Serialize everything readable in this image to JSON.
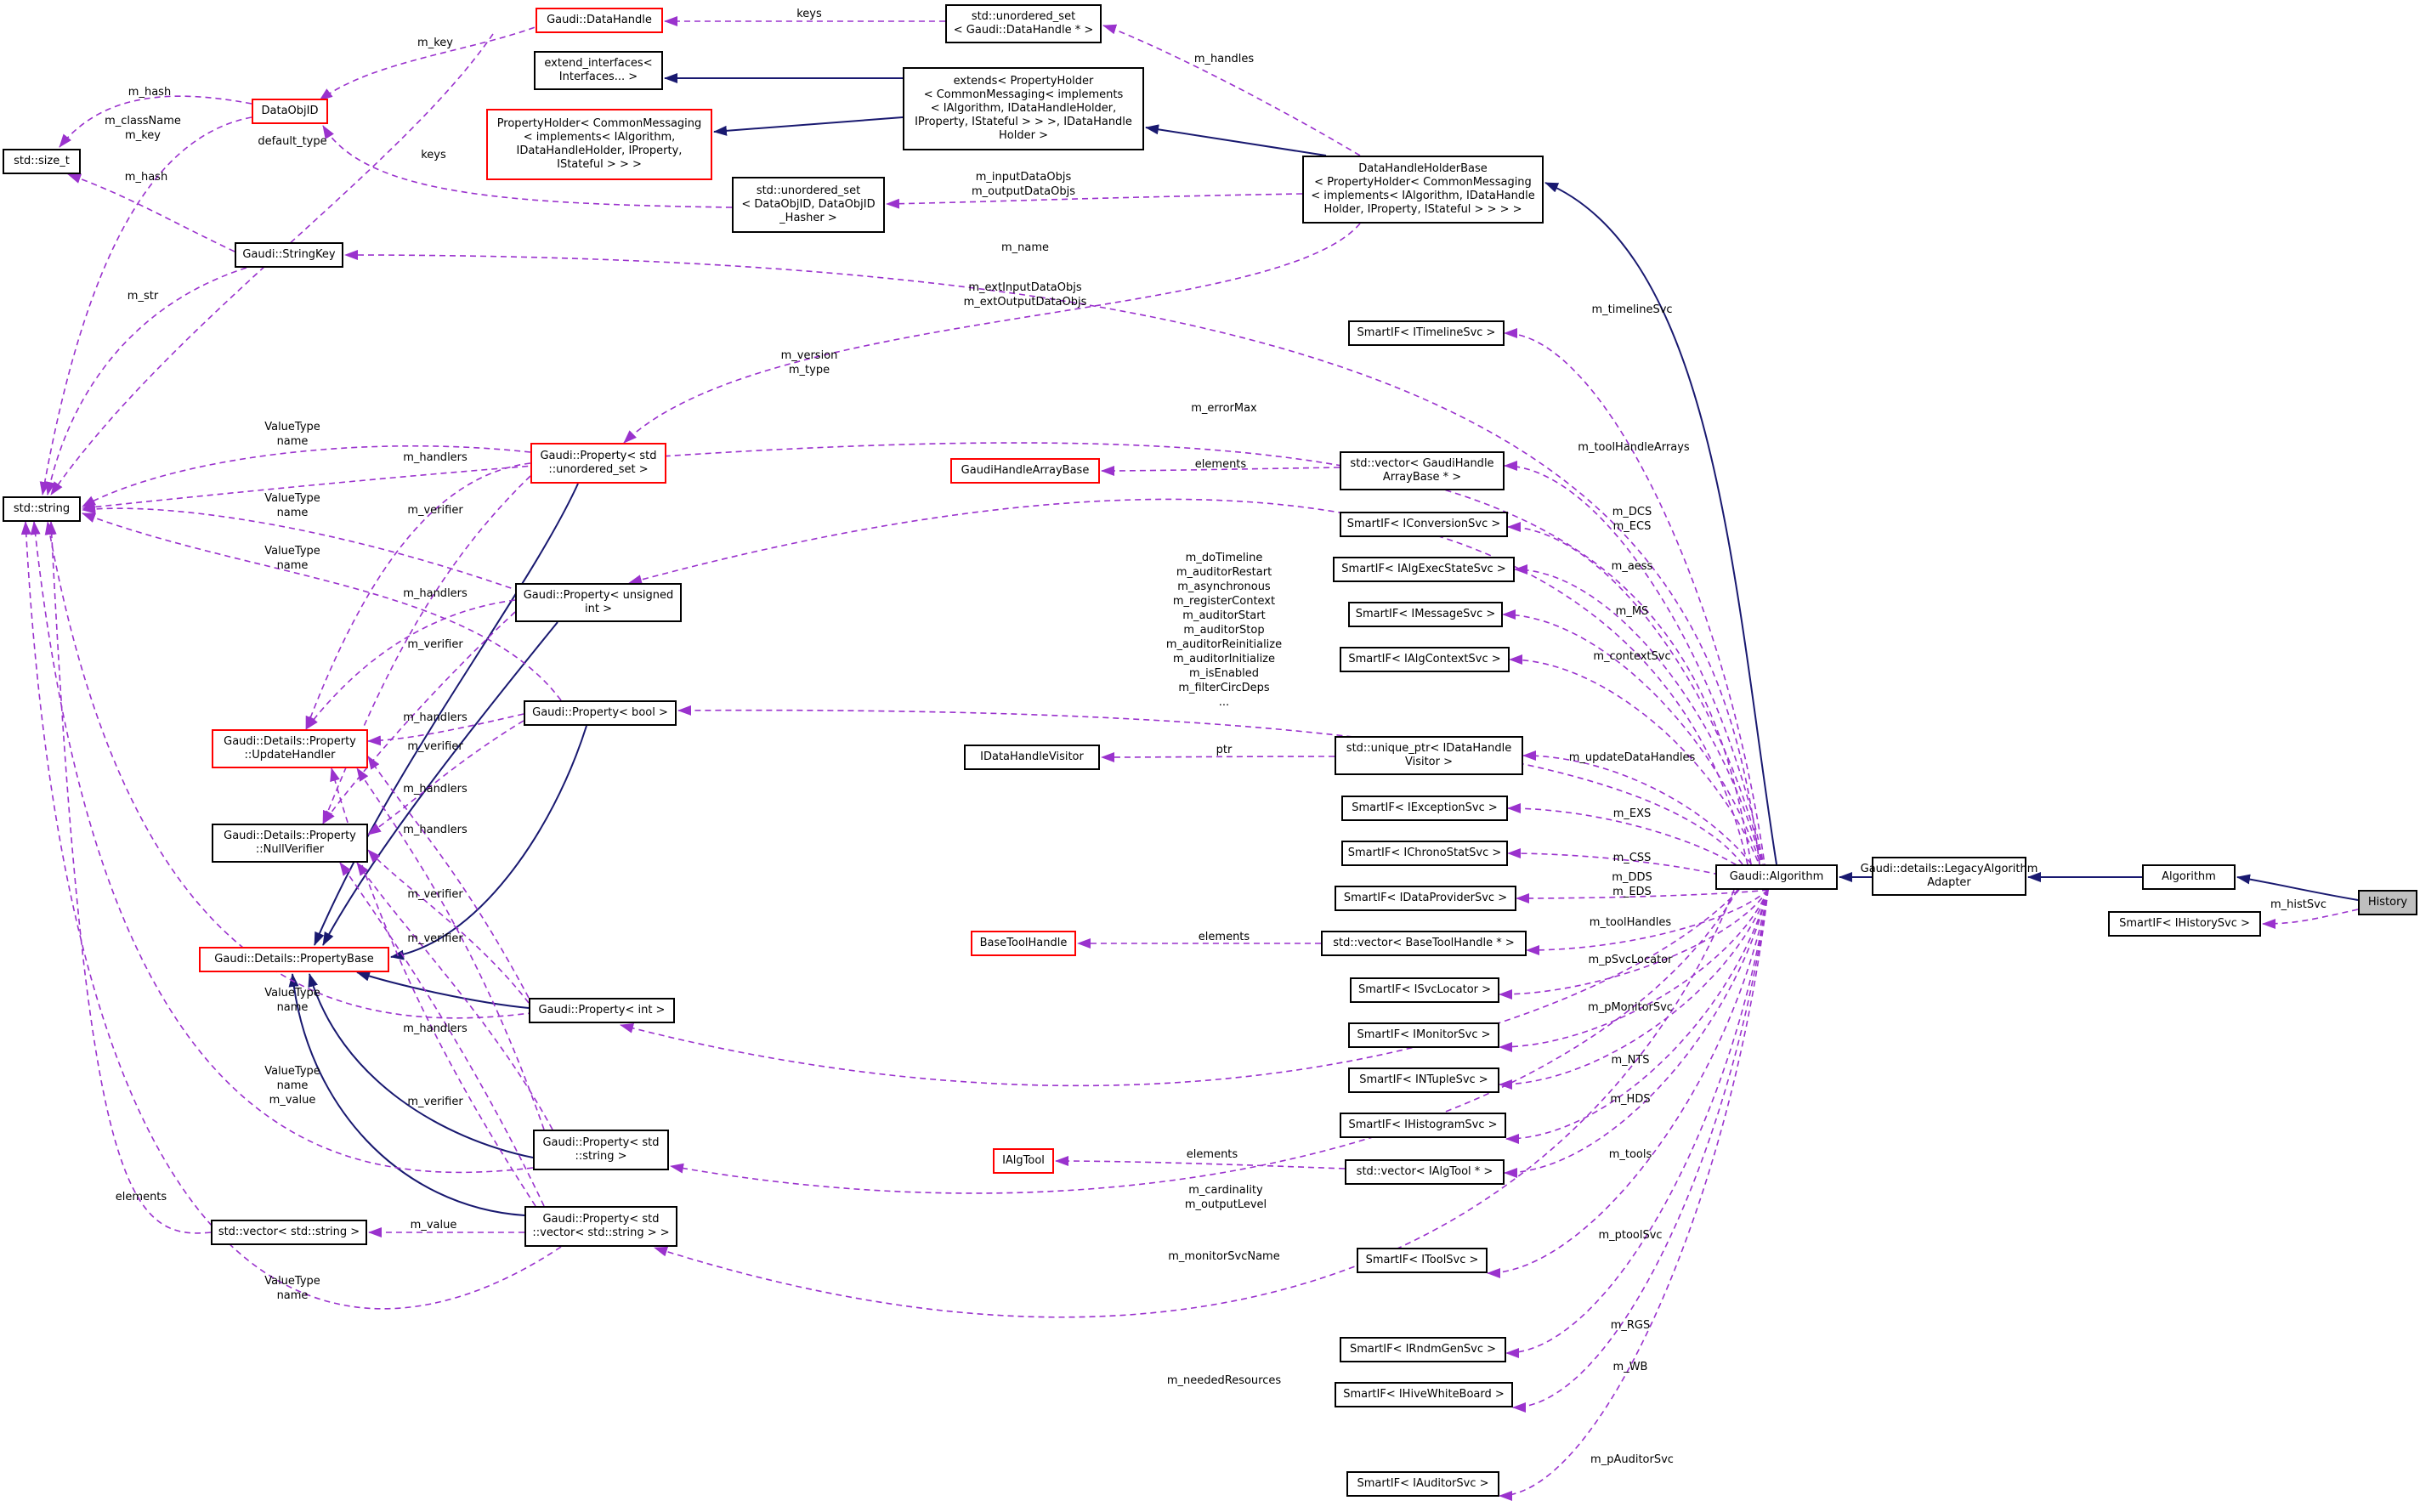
{
  "diagram": {
    "colors": {
      "inheritance": "#191970",
      "usage": "#9a32cd",
      "redBorder": "#ff0000",
      "highlight": "#bfbfbf"
    },
    "nodes": {
      "history": "History",
      "smartif_ihistorysvc": "SmartIF< IHistorySvc >",
      "algorithm": "Algorithm",
      "legacy_adapter": "Gaudi::details::LegacyAlgorithm\nAdapter",
      "gaudi_algorithm": "Gaudi::Algorithm",
      "datahandleholderbase": "DataHandleHolderBase\n< PropertyHolder< CommonMessaging\n< implements< IAlgorithm, IDataHandle\nHolder, IProperty, IStateful > > > >",
      "extends_propertyholder": "extends< PropertyHolder\n< CommonMessaging< implements\n< IAlgorithm, IDataHandleHolder,\nIProperty, IStateful > > >, IDataHandle\nHolder >",
      "extend_interfaces": "extend_interfaces<\nInterfaces... >",
      "propertyholder": "PropertyHolder< CommonMessaging\n< implements< IAlgorithm,\nIDataHandleHolder, IProperty,\nIStateful > > >",
      "unordered_set_datahandle": "std::unordered_set\n< Gaudi::DataHandle * >",
      "gaudi_datahandle": "Gaudi::DataHandle",
      "dataobjid": "DataObjID",
      "std_size_t": "std::size_t",
      "std_string": "std::string",
      "unordered_set_dataobjid": "std::unordered_set\n< DataObjID, DataObjID\n_Hasher >",
      "gaudi_stringkey": "Gaudi::StringKey",
      "smartif_itimelinesvc": "SmartIF< ITimelineSvc >",
      "gaudi_property_unordered_set": "Gaudi::Property< std\n::unordered_set >",
      "gaudihandlearraybase": "GaudiHandleArrayBase",
      "vector_gaudihandlearraybase": "std::vector< GaudiHandle\nArrayBase * >",
      "smartif_iconversionsvc": "SmartIF< IConversionSvc >",
      "smartif_ialgexecstatesvc": "SmartIF< IAlgExecStateSvc >",
      "smartif_imessagesvc": "SmartIF< IMessageSvc >",
      "smartif_ialgcontextsvc": "SmartIF< IAlgContextSvc >",
      "gaudi_property_unsigned_int": "Gaudi::Property< unsigned\nint >",
      "gaudi_property_bool": "Gaudi::Property< bool >",
      "updatehandler": "Gaudi::Details::Property\n::UpdateHandler",
      "nullverifier": "Gaudi::Details::Property\n::NullVerifier",
      "idatahandlevisitor": "IDataHandleVisitor",
      "unique_ptr_idatahandlevisitor": "std::unique_ptr< IDataHandle\nVisitor >",
      "smartif_iexceptionsvc": "SmartIF< IExceptionSvc >",
      "smartif_ichronostatsvc": "SmartIF< IChronoStatSvc >",
      "smartif_idataprovidersvc": "SmartIF< IDataProviderSvc >",
      "propertybase": "Gaudi::Details::PropertyBase",
      "basetoolhandle": "BaseToolHandle",
      "vector_basetoolhandle": "std::vector< BaseToolHandle * >",
      "smartif_isvclocator": "SmartIF< ISvcLocator >",
      "gaudi_property_int": "Gaudi::Property< int >",
      "smartif_imonitorsvc": "SmartIF< IMonitorSvc >",
      "smartif_intuplesvc": "SmartIF< INTupleSvc >",
      "smartif_ihistogramsvc": "SmartIF< IHistogramSvc >",
      "gaudi_property_string": "Gaudi::Property< std\n::string >",
      "ialgtool": "IAlgTool",
      "vector_ialgtool": "std::vector< IAlgTool * >",
      "vector_string": "std::vector< std::string >",
      "gaudi_property_vector_string": "Gaudi::Property< std\n::vector< std::string > >",
      "smartif_itoolsvc": "SmartIF< IToolSvc >",
      "smartif_irndmgensvc": "SmartIF< IRndmGenSvc >",
      "smartif_ihivewhiteboard": "SmartIF< IHiveWhiteBoard >",
      "smartif_iauditorsvc": "SmartIF< IAuditorSvc >"
    },
    "labels": {
      "keys_top": "keys",
      "m_key": "m_key",
      "m_handles": "m_handles",
      "m_hash_top": "m_hash",
      "m_classname": "m_className\nm_key",
      "default_type": "default_type",
      "keys_mid": "keys",
      "m_hash_mid": "m_hash",
      "m_input_output": "m_inputDataObjs\nm_outputDataObjs",
      "m_name": "m_name",
      "m_str": "m_str",
      "m_ext_input_output": "m_extInputDataObjs\nm_extOutputDataObjs",
      "m_timelinesvc": "m_timelineSvc",
      "m_version_type": "m_version\nm_type",
      "m_errormax": "m_errorMax",
      "valuetype_name_1": "ValueType\nname",
      "m_handlers_1": "m_handlers",
      "m_toolhandlearrays": "m_toolHandleArrays",
      "elements_gharray": "elements",
      "valuetype_name_2": "ValueType\nname",
      "m_verifier_1": "m_verifier",
      "m_dcs_ecs": "m_DCS\nm_ECS",
      "valuetype_name_3": "ValueType\nname",
      "m_aess": "m_aess",
      "m_handlers_2": "m_handlers",
      "m_ms": "m_MS",
      "m_verifier_2": "m_verifier",
      "m_contextsvc": "m_contextSvc",
      "bool_props": "m_doTimeline\nm_auditorRestart\nm_asynchronous\nm_registerContext\nm_auditorStart\nm_auditorStop\nm_auditorReinitialize\nm_auditorInitialize\nm_isEnabled\nm_filterCircDeps\n...",
      "m_handlers_3": "m_handlers",
      "m_verifier_3": "m_verifier",
      "ptr": "ptr",
      "m_updatedatahandles": "m_updateDataHandles",
      "m_handlers_4": "m_handlers",
      "m_exs": "m_EXS",
      "m_handlers_5": "m_handlers",
      "m_css": "m_CSS",
      "m_verifier_4": "m_verifier",
      "m_dds_eds": "m_DDS\nm_EDS",
      "m_verifier_5": "m_verifier",
      "m_histsvc": "m_histSvc",
      "elements_basetool": "elements",
      "m_toolhandles": "m_toolHandles",
      "m_psvclocator": "m_pSvcLocator",
      "valuetype_name_4": "ValueType\nname",
      "m_handlers_6": "m_handlers",
      "m_pmonitorsvc": "m_pMonitorSvc",
      "m_nts": "m_NTS",
      "valuetype_name_value": "ValueType\nname\nm_value",
      "m_verifier_6": "m_verifier",
      "m_hds": "m_HDS",
      "elements_ialgtool": "elements",
      "m_tools": "m_tools",
      "m_cardinality": "m_cardinality\nm_outputLevel",
      "elements_vector": "elements",
      "m_value": "m_value",
      "m_ptoolsvc": "m_ptoolSvc",
      "m_monitorsvcname": "m_monitorSvcName",
      "valuetype_name_5": "ValueType\nname",
      "m_rgs": "m_RGS",
      "m_wb": "m_WB",
      "m_neededresources": "m_neededResources",
      "m_pauditorsvc": "m_pAuditorSvc"
    }
  }
}
